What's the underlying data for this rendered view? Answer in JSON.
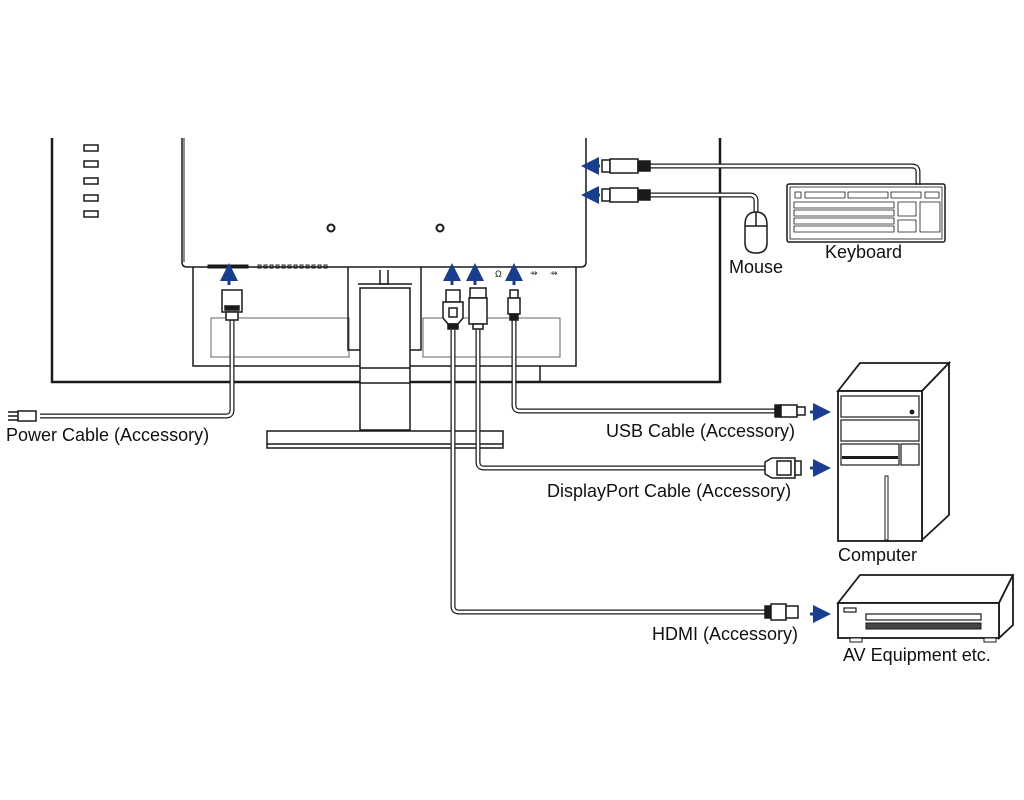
{
  "labels": {
    "power_cable": "Power Cable (Accessory)",
    "usb_cable": "USB Cable (Accessory)",
    "displayport_cable": "DisplayPort Cable (Accessory)",
    "hdmi_cable": "HDMI (Accessory)",
    "mouse": "Mouse",
    "keyboard": "Keyboard",
    "computer": "Computer",
    "av_equipment": "AV Equipment etc."
  },
  "colors": {
    "arrow": "#1a3e8f",
    "line": "#1a1a1a",
    "cable": "#ffffff"
  }
}
